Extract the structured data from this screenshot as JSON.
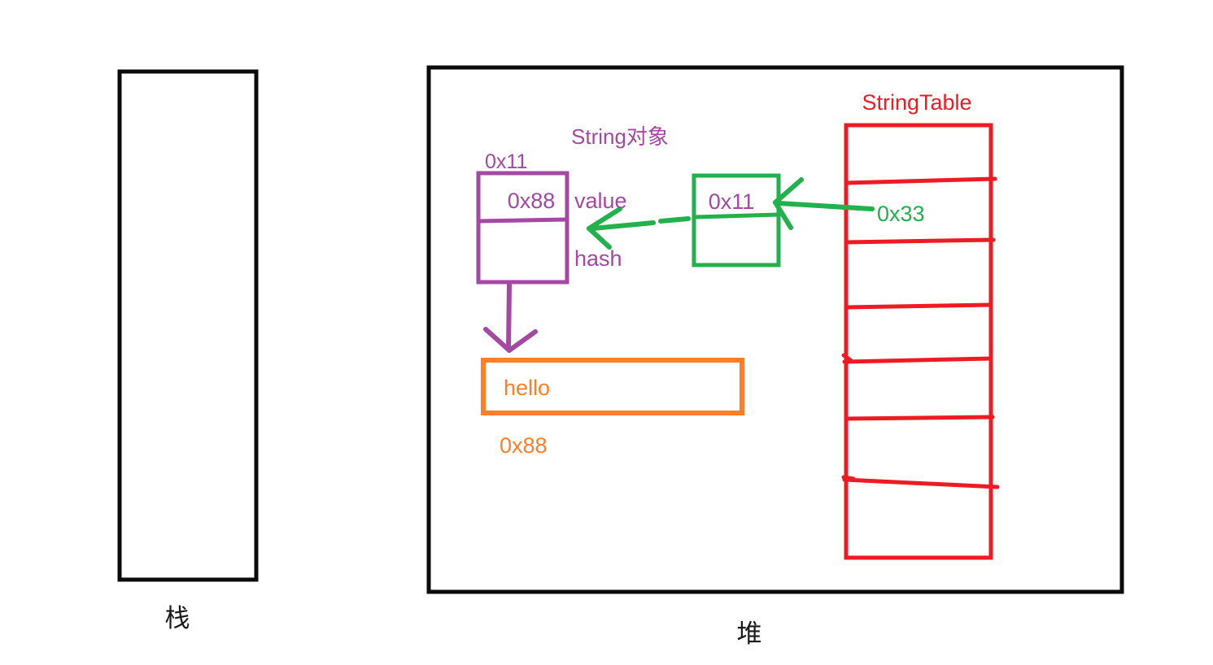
{
  "colors": {
    "purple": "#A349A4",
    "green": "#22B14C",
    "red": "#ED1C24",
    "orange": "#FF7F27",
    "black": "#000000"
  },
  "stack": {
    "label": "栈"
  },
  "heap": {
    "label": "堆",
    "string_object": {
      "title": "String对象",
      "address_label": "0x11",
      "value_field_label": "value",
      "value_field_value": "0x88",
      "hash_field_label": "hash",
      "hash_field_value": ""
    },
    "reference_box": {
      "value": "0x11"
    },
    "string_table": {
      "title": "StringTable",
      "row_count": 7,
      "entry_row": 2,
      "entry_value": "0x33"
    },
    "char_array": {
      "value": "hello",
      "address_label": "0x88"
    }
  }
}
